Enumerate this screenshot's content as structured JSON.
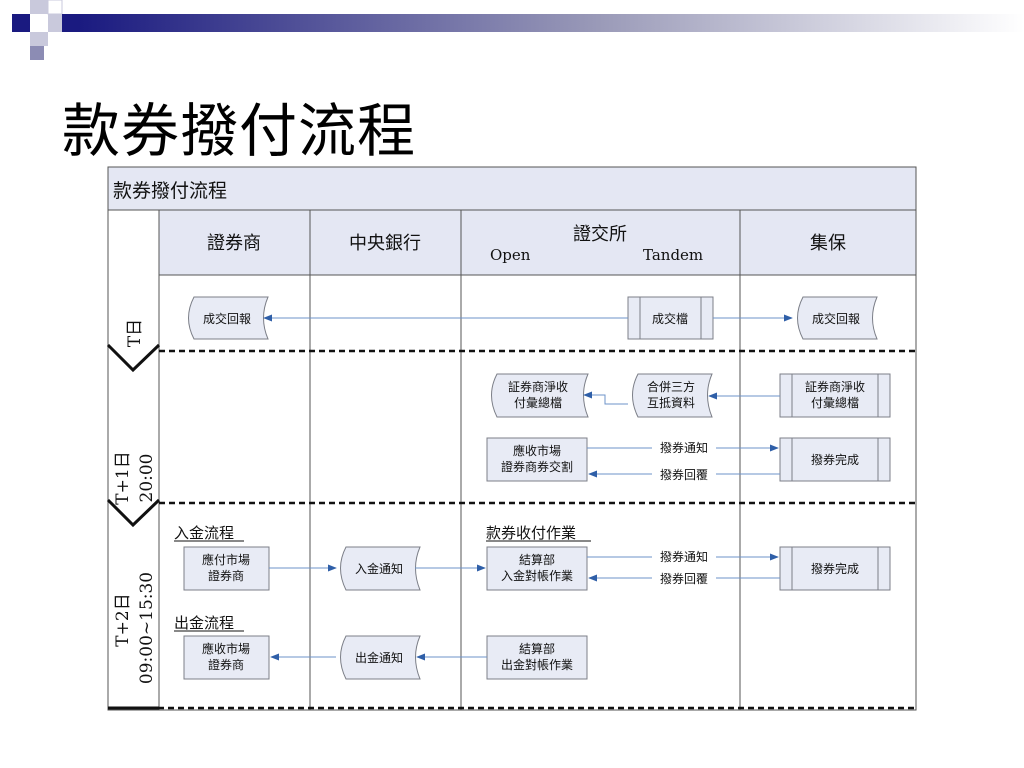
{
  "page": {
    "title": "款券撥付流程"
  },
  "table": {
    "caption": "款券撥付流程",
    "columns": {
      "broker": "證券商",
      "central_bank": "中央銀行",
      "exchange": "證交所",
      "exchange_open": "Open",
      "exchange_tandem": "Tandem",
      "depository": "集保"
    },
    "rows": {
      "t": "T日",
      "t1_day": "T+1日",
      "t1_time": "20:00",
      "t2_day": "T+2日",
      "t2_time": "09:00~15:30"
    }
  },
  "sections": {
    "deposit_flow": "入金流程",
    "withdraw_flow": "出金流程",
    "settlement": "款券收付作業"
  },
  "nodes": {
    "trade_report": "成交回報",
    "trade_file": "成交檔",
    "trade_report_depository": "成交回報",
    "net_summary_exchange": [
      "証券商淨收",
      "付彙總檔"
    ],
    "merge_tripartite": [
      "合併三方",
      "互抵資料"
    ],
    "net_summary_depository": [
      "証券商淨收",
      "付彙總檔"
    ],
    "receivable_market": [
      "應收市場",
      "證券商券交割"
    ],
    "transfer_done_1": "撥券完成",
    "payable_broker": [
      "應付市場",
      "證券商"
    ],
    "deposit_notice": "入金通知",
    "settlement_deposit": [
      "結算部",
      "入金對帳作業"
    ],
    "transfer_done_2": "撥券完成",
    "receivable_broker": [
      "應收市場",
      "證券商"
    ],
    "withdraw_notice": "出金通知",
    "settlement_withdraw": [
      "結算部",
      "出金對帳作業"
    ]
  },
  "arrow_labels": {
    "transfer_notice_1": "撥券通知",
    "transfer_reply_1": "撥券回覆",
    "transfer_notice_2": "撥券通知",
    "transfer_reply_2": "撥券回覆"
  },
  "colors": {
    "header_fill": "#e4e7f3",
    "node_fill": "#e8ebf5",
    "node_stroke": "#7c7f88",
    "arrow": "#6e93c8",
    "arrowhead": "#2f5fa8",
    "deco_navy": "#1a1a80"
  }
}
